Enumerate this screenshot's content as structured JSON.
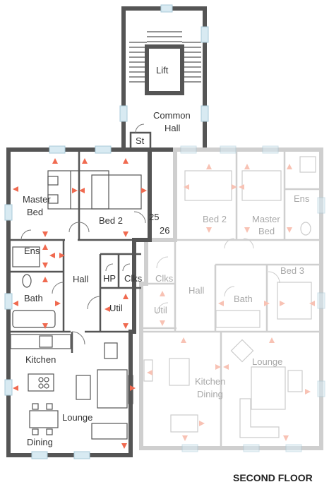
{
  "floor_label": "SECOND FLOOR",
  "rooms": {
    "lift": "Lift",
    "common_hall_line1": "Common",
    "common_hall_line2": "Hall",
    "store": "St",
    "master_bed_left_line1": "Master",
    "master_bed_left_line2": "Bed",
    "bed2_left": "Bed 2",
    "ensuite_left": "Ens",
    "hall_left": "Hall",
    "hot_press": "HP",
    "cloaks_left": "Clks",
    "bath_left": "Bath",
    "utility_left": "Util",
    "kitchen_left": "Kitchen",
    "lounge_left": "Lounge",
    "dining_left": "Dining",
    "apartment_25": "25",
    "apartment_26": "26",
    "bed2_right": "Bed 2",
    "master_bed_right_line1": "Master",
    "master_bed_right_line2": "Bed",
    "ensuite_right": "Ens",
    "bed3_right": "Bed 3",
    "cloaks_right": "Clks",
    "hall_right": "Hall",
    "bath_right": "Bath",
    "utility_right": "Util",
    "kitchen_dining_right_line1": "Kitchen",
    "kitchen_dining_right_line2": "Dining",
    "lounge_right": "Lounge"
  },
  "colors": {
    "wall_dark": "#555555",
    "wall_light": "#cfcfcf",
    "arrow_primary": "#f06a50",
    "arrow_faded": "#f8c2b4",
    "window": "#d8eaf2"
  },
  "icons": [
    "view-arrow-icon",
    "window-icon",
    "door-swing-icon",
    "stair-icon"
  ]
}
